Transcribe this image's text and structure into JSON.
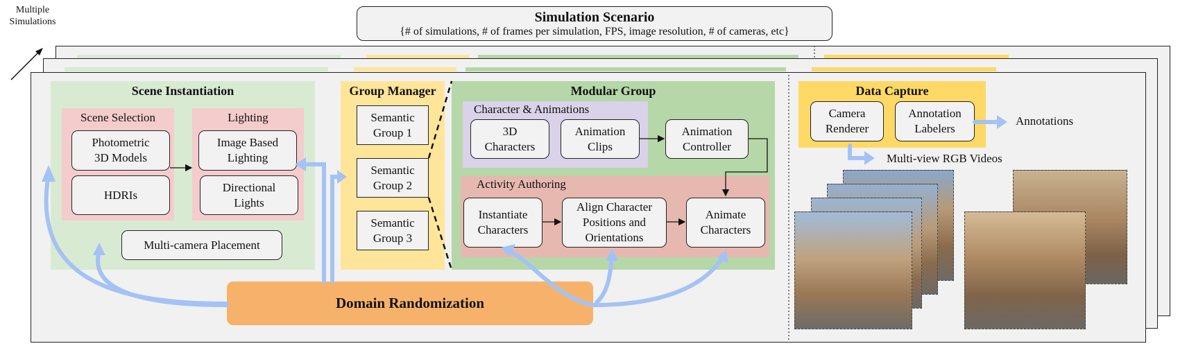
{
  "corner_label": "Multiple\nSimulations",
  "scenario": {
    "title": "Simulation Scenario",
    "subtitle": "{# of simulations, # of frames per simulation, FPS, image resolution, # of cameras, etc}"
  },
  "scene_instantiation": {
    "title": "Scene Instantiation",
    "scene_selection": {
      "label": "Scene Selection",
      "items": [
        "Photometric\n3D Models",
        "HDRIs"
      ]
    },
    "lighting": {
      "label": "Lighting",
      "items": [
        "Image Based\nLighting",
        "Directional\nLights"
      ]
    },
    "multicamera": "Multi-camera Placement"
  },
  "group_manager": {
    "title": "Group Manager",
    "groups": [
      "Semantic\nGroup 1",
      "Semantic\nGroup 2",
      "Semantic\nGroup 3"
    ]
  },
  "modular_group": {
    "title": "Modular Group",
    "char_anim": {
      "label": "Character & Animations",
      "items": [
        "3D\nCharacters",
        "Animation\nClips"
      ]
    },
    "controller": "Animation\nController",
    "activity": {
      "label": "Activity Authoring",
      "items": [
        "Instantiate\nCharacters",
        "Align Character\nPositions and\nOrientations",
        "Animate\nCharacters"
      ]
    }
  },
  "data_capture": {
    "title": "Data Capture",
    "items": [
      "Camera\nRenderer",
      "Annotation\nLabelers"
    ],
    "annotations_label": "Annotations",
    "videos_label": "Multi-view RGB Videos"
  },
  "domain_randomization": "Domain Randomization",
  "colors": {
    "sheet": "#f1f1f1",
    "scene_green": "#d9ead3",
    "pink": "#f4cccc",
    "group_yellow": "#ffe599",
    "modular_green": "#b6d7a8",
    "purple": "#d9d2e9",
    "activity_red": "#e6b8af",
    "capture_yellow": "#ffd966",
    "domain_orange": "#f6b26b",
    "arrow_blue": "#a4c2f4"
  }
}
